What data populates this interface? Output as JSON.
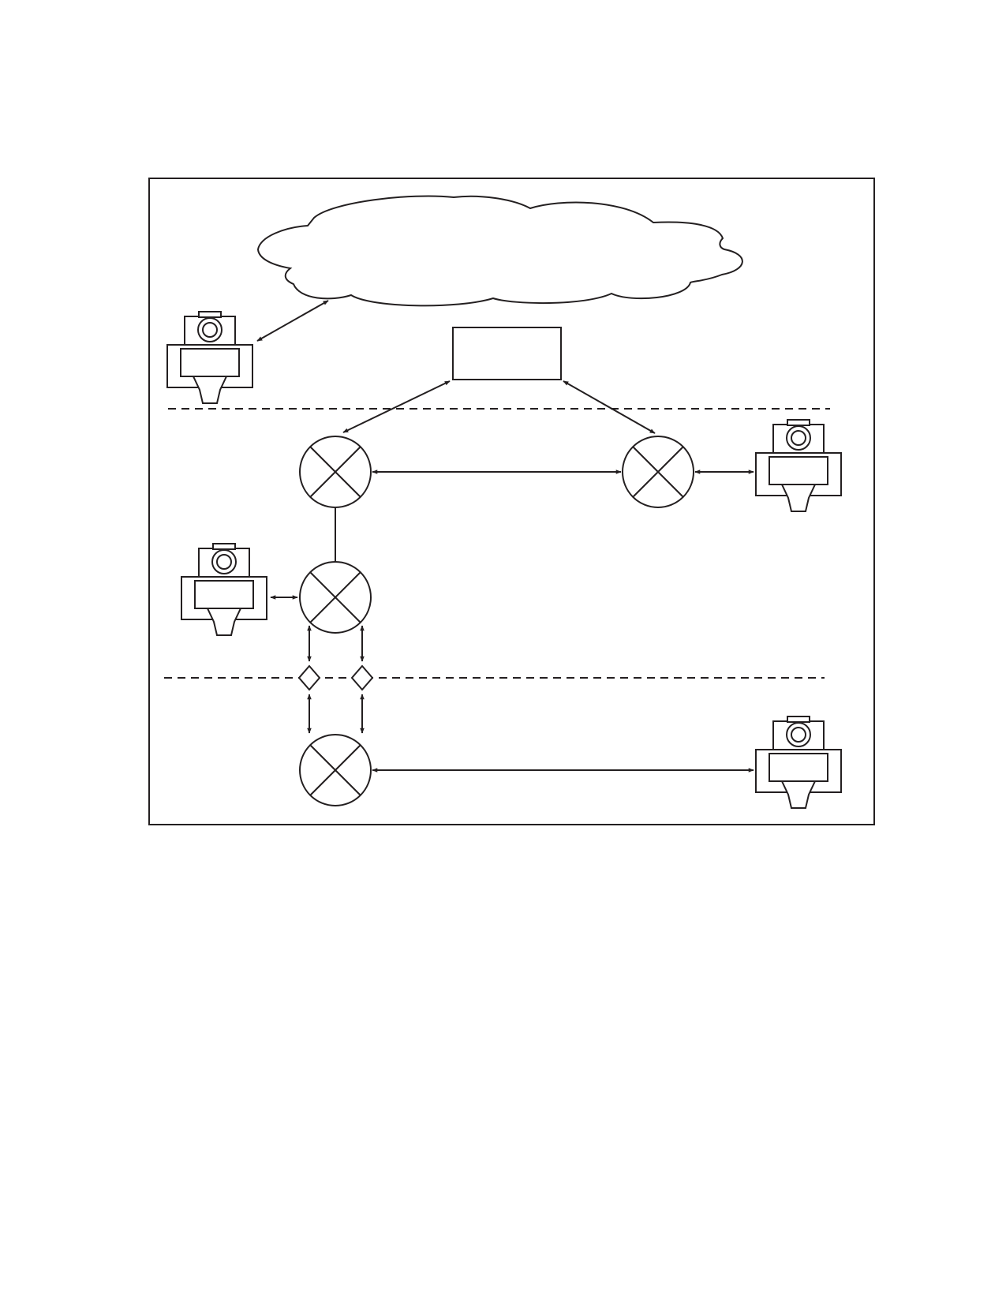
{
  "diagram": {
    "colors": {
      "ink": "#231f20",
      "background": "#ffffff"
    },
    "nodes": [
      {
        "id": "cloud",
        "kind": "cloud-network"
      },
      {
        "id": "central-box",
        "kind": "rectangle-block"
      },
      {
        "id": "switch-a",
        "kind": "crossed-circle"
      },
      {
        "id": "switch-b",
        "kind": "crossed-circle"
      },
      {
        "id": "switch-c",
        "kind": "crossed-circle"
      },
      {
        "id": "switch-d",
        "kind": "crossed-circle"
      },
      {
        "id": "diamond-1",
        "kind": "diamond-connector"
      },
      {
        "id": "diamond-2",
        "kind": "diamond-connector"
      },
      {
        "id": "device-1",
        "kind": "camera-device-icon"
      },
      {
        "id": "device-2",
        "kind": "camera-device-icon"
      },
      {
        "id": "device-3",
        "kind": "camera-device-icon"
      },
      {
        "id": "device-4",
        "kind": "camera-device-icon"
      }
    ],
    "edges": [
      {
        "from": "device-1",
        "to": "cloud",
        "arrows": "both"
      },
      {
        "from": "central-box",
        "to": "switch-a",
        "arrows": "both"
      },
      {
        "from": "central-box",
        "to": "switch-b",
        "arrows": "both"
      },
      {
        "from": "switch-a",
        "to": "switch-b",
        "arrows": "both"
      },
      {
        "from": "switch-b",
        "to": "device-2",
        "arrows": "both"
      },
      {
        "from": "switch-a",
        "to": "switch-c",
        "arrows": "none"
      },
      {
        "from": "device-3",
        "to": "switch-c",
        "arrows": "both"
      },
      {
        "from": "switch-c",
        "to": "diamond-1",
        "arrows": "both"
      },
      {
        "from": "switch-c",
        "to": "diamond-2",
        "arrows": "both"
      },
      {
        "from": "diamond-1",
        "to": "switch-d",
        "arrows": "both"
      },
      {
        "from": "diamond-2",
        "to": "switch-d",
        "arrows": "both"
      },
      {
        "from": "switch-d",
        "to": "device-4",
        "arrows": "both"
      }
    ],
    "separators": [
      "dashed-boundary-upper",
      "dashed-boundary-lower"
    ]
  }
}
